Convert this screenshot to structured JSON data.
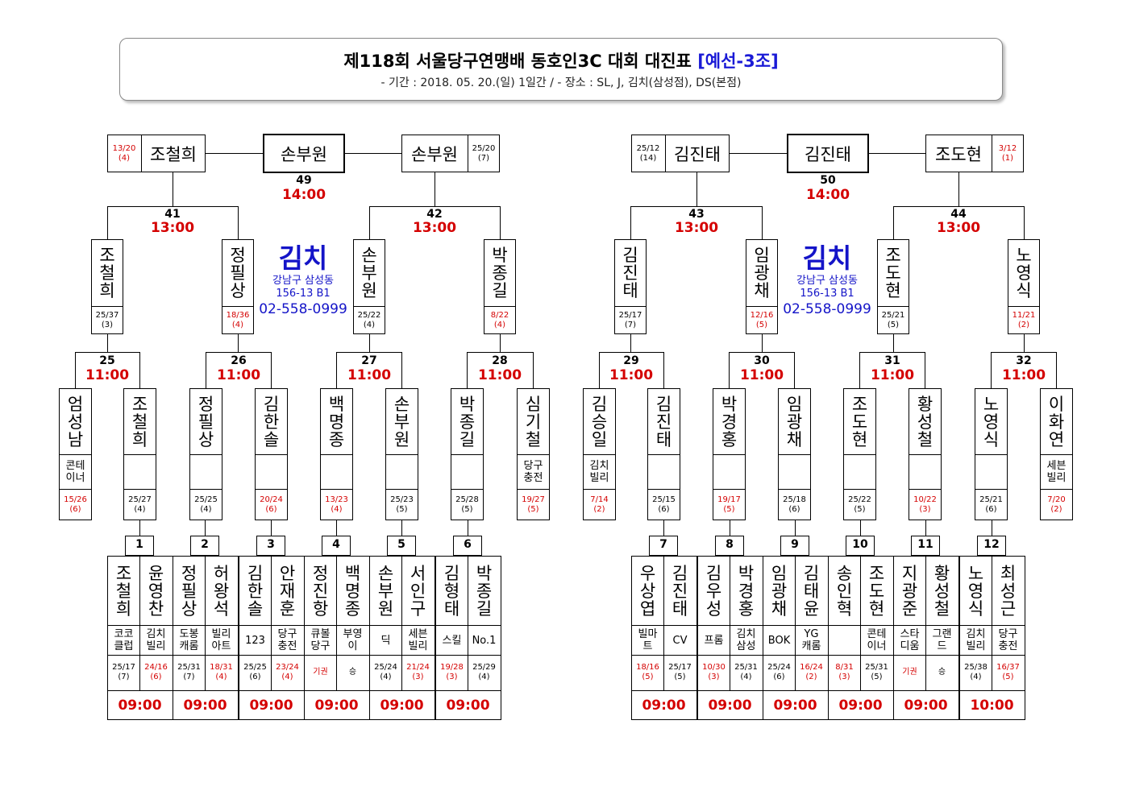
{
  "header": {
    "title_main": "제118회 서울당구연맹배 동호인3C 대회 대진표",
    "title_group": "[예선-3조]",
    "subtitle": "- 기간 : 2018. 05. 20.(일) 1일간 / - 장소 : SL, J, 김치(삼성점), DS(본점)"
  },
  "venue": {
    "name": "김치",
    "address1": "강남구 삼성동",
    "address2": "156-13 B1",
    "phone": "02-558-0999"
  },
  "finals": [
    {
      "no": "49",
      "time": "14:00",
      "winner": "손부원",
      "left": {
        "name": "조철희",
        "score": "13/20",
        "inn": "(4)",
        "red": true
      },
      "right": {
        "name": "손부원",
        "score": "25/20",
        "inn": "(7)",
        "red": false
      }
    },
    {
      "no": "50",
      "time": "14:00",
      "winner": "김진태",
      "left": {
        "name": "김진태",
        "score": "25/12",
        "inn": "(14)",
        "red": false
      },
      "right": {
        "name": "조도현",
        "score": "3/12",
        "inn": "(1)",
        "red": true
      }
    }
  ],
  "semis": [
    {
      "no": "41",
      "time": "13:00",
      "a": {
        "name": "조철희",
        "score": "25/37",
        "inn": "(3)",
        "red": false
      },
      "b": {
        "name": "정필상",
        "score": "18/36",
        "inn": "(4)",
        "red": true
      }
    },
    {
      "no": "42",
      "time": "13:00",
      "a": {
        "name": "손부원",
        "score": "25/22",
        "inn": "(4)",
        "red": false
      },
      "b": {
        "name": "박종길",
        "score": "8/22",
        "inn": "(4)",
        "red": true
      }
    },
    {
      "no": "43",
      "time": "13:00",
      "a": {
        "name": "김진태",
        "score": "25/17",
        "inn": "(7)",
        "red": false
      },
      "b": {
        "name": "임광채",
        "score": "12/16",
        "inn": "(5)",
        "red": true
      }
    },
    {
      "no": "44",
      "time": "13:00",
      "a": {
        "name": "조도현",
        "score": "25/21",
        "inn": "(5)",
        "red": false
      },
      "b": {
        "name": "노영식",
        "score": "11/21",
        "inn": "(2)",
        "red": true
      }
    }
  ],
  "round2": [
    {
      "no": "25",
      "time": "11:00",
      "a": {
        "name": "엄성남",
        "club": "콘테\n이너",
        "score": "15/26",
        "inn": "(6)",
        "red": true
      },
      "b": {
        "name": "조철희",
        "club": "",
        "score": "25/27",
        "inn": "(4)",
        "red": false
      }
    },
    {
      "no": "26",
      "time": "11:00",
      "a": {
        "name": "정필상",
        "club": "",
        "score": "25/25",
        "inn": "(4)",
        "red": false
      },
      "b": {
        "name": "김한솔",
        "club": "",
        "score": "20/24",
        "inn": "(6)",
        "red": true
      }
    },
    {
      "no": "27",
      "time": "11:00",
      "a": {
        "name": "백명종",
        "club": "",
        "score": "13/23",
        "inn": "(4)",
        "red": true
      },
      "b": {
        "name": "손부원",
        "club": "",
        "score": "25/23",
        "inn": "(5)",
        "red": false
      }
    },
    {
      "no": "28",
      "time": "11:00",
      "a": {
        "name": "박종길",
        "club": "",
        "score": "25/28",
        "inn": "(5)",
        "red": false
      },
      "b": {
        "name": "심기철",
        "club": "당구\n충전",
        "score": "19/27",
        "inn": "(5)",
        "red": true
      }
    },
    {
      "no": "29",
      "time": "11:00",
      "a": {
        "name": "김승일",
        "club": "김치\n빌리",
        "score": "7/14",
        "inn": "(2)",
        "red": true
      },
      "b": {
        "name": "김진태",
        "club": "",
        "score": "25/15",
        "inn": "(6)",
        "red": false
      }
    },
    {
      "no": "30",
      "time": "11:00",
      "a": {
        "name": "박경홍",
        "club": "",
        "score": "19/17",
        "inn": "(5)",
        "red": true
      },
      "b": {
        "name": "임광채",
        "club": "",
        "score": "25/18",
        "inn": "(6)",
        "red": false
      }
    },
    {
      "no": "31",
      "time": "11:00",
      "a": {
        "name": "조도현",
        "club": "",
        "score": "25/22",
        "inn": "(5)",
        "red": false
      },
      "b": {
        "name": "황성철",
        "club": "",
        "score": "10/22",
        "inn": "(3)",
        "red": true
      }
    },
    {
      "no": "32",
      "time": "11:00",
      "a": {
        "name": "노영식",
        "club": "",
        "score": "25/21",
        "inn": "(6)",
        "red": false
      },
      "b": {
        "name": "이화연",
        "club": "세븐\n빌리",
        "score": "7/20",
        "inn": "(2)",
        "red": true
      }
    }
  ],
  "round1": [
    {
      "no": "1",
      "time": "09:00",
      "a": {
        "name": "조철희",
        "club": "코코\n클럽",
        "score": "25/17",
        "inn": "(7)",
        "red": false
      },
      "b": {
        "name": "윤영찬",
        "club": "김치\n빌리",
        "score": "24/16",
        "inn": "(6)",
        "red": true
      }
    },
    {
      "no": "2",
      "time": "09:00",
      "a": {
        "name": "정필상",
        "club": "도봉\n캐롬",
        "score": "25/31",
        "inn": "(7)",
        "red": false
      },
      "b": {
        "name": "허왕석",
        "club": "빌리\n아트",
        "score": "18/31",
        "inn": "(4)",
        "red": true
      }
    },
    {
      "no": "3",
      "time": "09:00",
      "a": {
        "name": "김한솔",
        "club": "123",
        "score": "25/25",
        "inn": "(6)",
        "red": false
      },
      "b": {
        "name": "안재훈",
        "club": "당구\n충전",
        "score": "23/24",
        "inn": "(4)",
        "red": true
      }
    },
    {
      "no": "4",
      "time": "09:00",
      "a": {
        "name": "정진항",
        "club": "큐볼\n당구",
        "score": "기권",
        "inn": "",
        "red": true
      },
      "b": {
        "name": "백명종",
        "club": "부영\n이",
        "score": "승",
        "inn": "",
        "red": false
      }
    },
    {
      "no": "5",
      "time": "09:00",
      "a": {
        "name": "손부원",
        "club": "딕",
        "score": "25/24",
        "inn": "(4)",
        "red": false
      },
      "b": {
        "name": "서인구",
        "club": "세븐\n빌리",
        "score": "21/24",
        "inn": "(3)",
        "red": true
      }
    },
    {
      "no": "6",
      "time": "09:00",
      "a": {
        "name": "김형태",
        "club": "스킬",
        "score": "19/28",
        "inn": "(3)",
        "red": true
      },
      "b": {
        "name": "박종길",
        "club": "No.1",
        "score": "25/29",
        "inn": "(4)",
        "red": false
      }
    },
    {
      "no": "7",
      "time": "09:00",
      "a": {
        "name": "우상엽",
        "club": "빌마\n트",
        "score": "18/16",
        "inn": "(5)",
        "red": true
      },
      "b": {
        "name": "김진태",
        "club": "CV",
        "score": "25/17",
        "inn": "(5)",
        "red": false
      }
    },
    {
      "no": "8",
      "time": "09:00",
      "a": {
        "name": "김우성",
        "club": "프롬",
        "score": "10/30",
        "inn": "(3)",
        "red": true
      },
      "b": {
        "name": "박경홍",
        "club": "김치\n삼성",
        "score": "25/31",
        "inn": "(4)",
        "red": false
      }
    },
    {
      "no": "9",
      "time": "09:00",
      "a": {
        "name": "임광채",
        "club": "BOK",
        "score": "25/24",
        "inn": "(6)",
        "red": false
      },
      "b": {
        "name": "김태윤",
        "club": "YG\n캐롬",
        "score": "16/24",
        "inn": "(2)",
        "red": true
      }
    },
    {
      "no": "10",
      "time": "09:00",
      "a": {
        "name": "송인혁",
        "club": "",
        "score": "8/31",
        "inn": "(3)",
        "red": true
      },
      "b": {
        "name": "조도현",
        "club": "콘테\n이너",
        "score": "25/31",
        "inn": "(5)",
        "red": false
      }
    },
    {
      "no": "11",
      "time": "09:00",
      "a": {
        "name": "지광준",
        "club": "스타\n디움",
        "score": "기권",
        "inn": "",
        "red": true
      },
      "b": {
        "name": "황성철",
        "club": "그랜\n드",
        "score": "승",
        "inn": "",
        "red": false
      }
    },
    {
      "no": "12",
      "time": "10:00",
      "a": {
        "name": "노영식",
        "club": "김치\n빌리",
        "score": "25/38",
        "inn": "(4)",
        "red": false
      },
      "b": {
        "name": "최성근",
        "club": "당구\n충전",
        "score": "16/37",
        "inn": "(5)",
        "red": true
      }
    }
  ]
}
